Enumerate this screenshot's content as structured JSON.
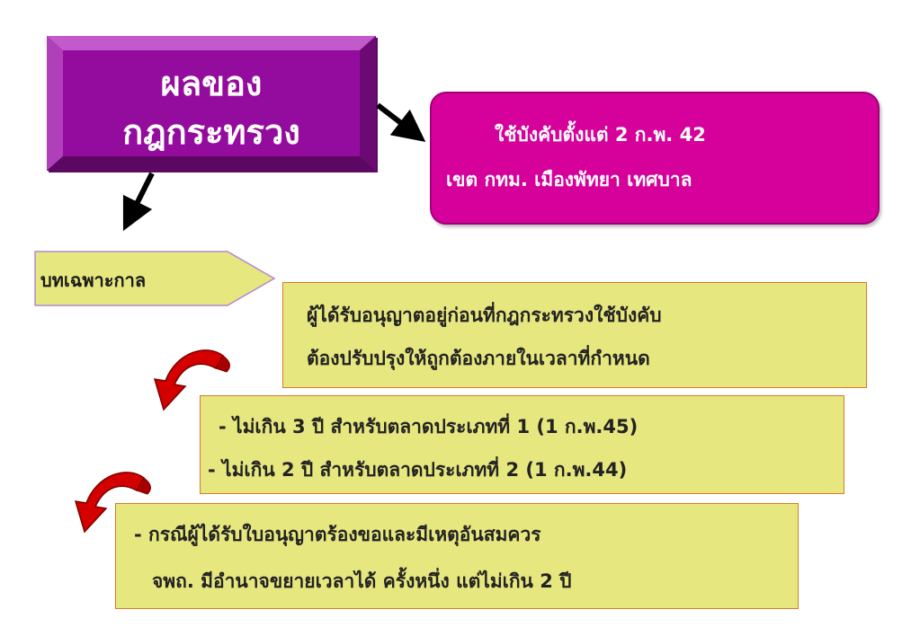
{
  "title": {
    "line1": "ผลของ",
    "line2": "กฎกระทรวง"
  },
  "effective_box": {
    "line1": "ใช้บังคับตั้งแต่  2 ก.พ. 42",
    "line2": "เขต กทม. เมืองพัทยา เทศบาล"
  },
  "transition_label": "บทเฉพาะกาล",
  "existing_licensees": {
    "line1": "ผู้ได้รับอนุญาตอยู่ก่อนที่กฎกระทรวงใช้บังคับ",
    "line2": "ต้องปรับปรุงให้ถูกต้องภายในเวลาที่กำหนด"
  },
  "deadlines": {
    "line1": "- ไม่เกิน 3 ปี สำหรับตลาดประเภทที่ 1 (1 ก.พ.45)",
    "line2": "- ไม่เกิน 2 ปี สำหรับตลาดประเภทที่ 2 (1 ก.พ.44)"
  },
  "extension": {
    "line1": "- กรณีผู้ได้รับใบอนุญาตร้องขอและมีเหตุอันสมควร",
    "line2": "จพถ. มีอำนาจขยายเวลาได้ ครั้งหนึ่ง  แต่ไม่เกิน 2 ปี"
  },
  "colors": {
    "title_fill": "#8f0f98",
    "magenta_fill": "#d6009a",
    "khaki_fill": "#e7e77f",
    "khaki_border": "#d97a2a",
    "curved_arrow": "#d40000"
  }
}
